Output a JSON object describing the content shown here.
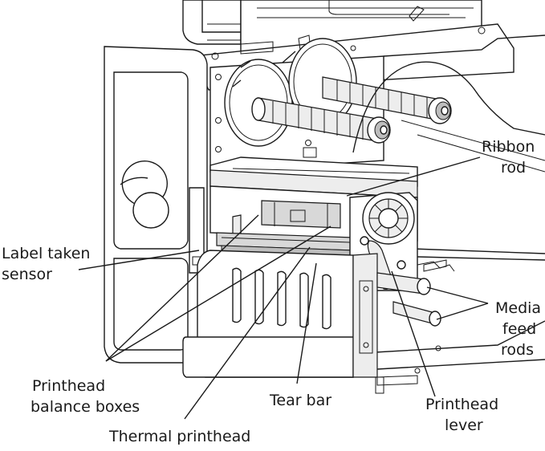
{
  "labels": {
    "ribbon_rod": [
      "Ribbon",
      "rod"
    ],
    "label_taken_sensor": [
      "Label taken",
      "sensor"
    ],
    "media_feed_rods": [
      "Media",
      "feed",
      "rods"
    ],
    "printhead_balance_boxes": [
      "Printhead",
      "balance boxes"
    ],
    "tear_bar": "Tear bar",
    "printhead_lever": [
      "Printhead",
      "lever"
    ],
    "thermal_printhead": "Thermal printhead"
  }
}
